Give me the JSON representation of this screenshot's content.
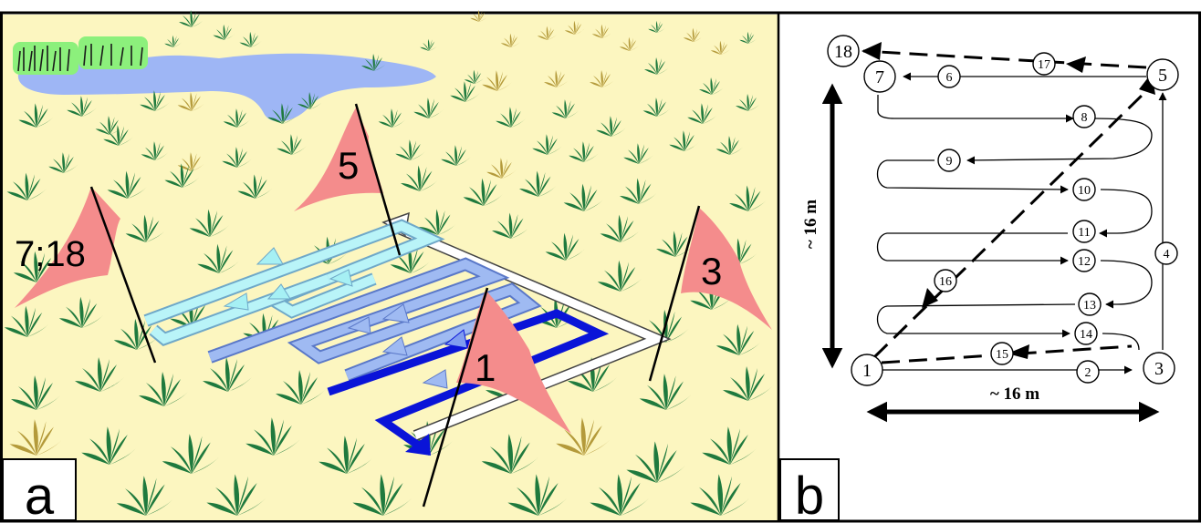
{
  "panel_a": {
    "label": "a",
    "flags": [
      {
        "id": "flag-7-18",
        "text": "7;18"
      },
      {
        "id": "flag-5",
        "text": "5"
      },
      {
        "id": "flag-3",
        "text": "3"
      },
      {
        "id": "flag-1",
        "text": "1"
      }
    ],
    "colors": {
      "background": "#fcf6c0",
      "pond": "#9eb6f5",
      "reeds": "#8cf07c",
      "plants": "#1f7a3e",
      "dry_plants": "#b49a3a",
      "flag": "#f48c8c",
      "path_dark": "#0a14d8",
      "path_mid": "#7c9ce6",
      "path_light": "#9ef2f6",
      "path_white": "#ffffff"
    }
  },
  "panel_b": {
    "label": "b",
    "dimension_horizontal": "~ 16 m",
    "dimension_vertical": "~ 16 m",
    "corner_points": [
      "18",
      "7",
      "5",
      "1",
      "3"
    ],
    "waypoints": [
      "2",
      "4",
      "6",
      "8",
      "9",
      "10",
      "11",
      "12",
      "13",
      "14",
      "15",
      "16",
      "17"
    ]
  }
}
